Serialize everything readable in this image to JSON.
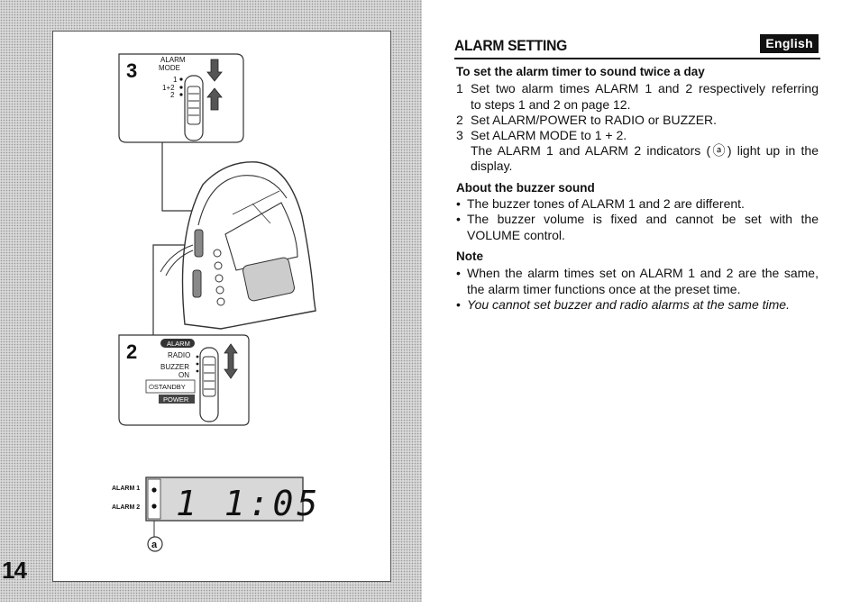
{
  "page_number": "14",
  "header": {
    "title": "ALARM SETTING",
    "language": "English"
  },
  "section1": {
    "heading": "To set the alarm timer to sound twice a day",
    "steps": [
      {
        "num": "1",
        "lines": [
          "Set two alarm times ALARM 1 and 2 respectively referring",
          "to steps 1 and 2 on page 12."
        ]
      },
      {
        "num": "2",
        "lines": [
          "Set ALARM/POWER to RADIO or BUZZER."
        ]
      },
      {
        "num": "3",
        "lines": [
          "Set ALARM MODE to 1 + 2.",
          "The ALARM 1 and ALARM 2 indicators (ⓐ) light up in the",
          "display."
        ]
      }
    ]
  },
  "section2": {
    "heading": "About the buzzer sound",
    "bullets": [
      [
        "The buzzer tones of ALARM 1 and 2 are different."
      ],
      [
        "The buzzer volume is fixed and cannot be set with the",
        "VOLUME control."
      ]
    ]
  },
  "section3": {
    "heading": "Note",
    "bullets": [
      [
        "When the alarm times set on ALARM 1 and 2 are the same,",
        "the alarm timer functions once at the preset time."
      ],
      [
        "You cannot set buzzer and radio alarms at the same time."
      ]
    ]
  },
  "figure": {
    "step3": {
      "number": "3",
      "label_line1": "ALARM",
      "label_line2": "MODE",
      "opt1": "1",
      "opt2": "1+2",
      "opt3": "2"
    },
    "step2": {
      "number": "2",
      "badge": "ALARM",
      "radio": "RADIO",
      "buzzer": "BUZZER",
      "on": "ON",
      "standby": "⏻STANDBY",
      "power": "POWER"
    },
    "display": {
      "alarm1": "ALARM 1",
      "alarm2": "ALARM 2",
      "time": "1 1:05",
      "callout": "a"
    }
  }
}
